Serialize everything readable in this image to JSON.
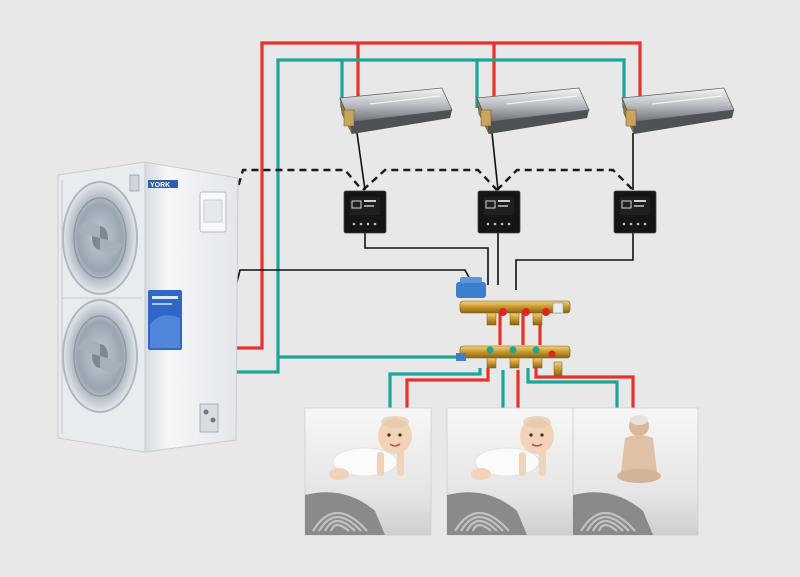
{
  "brand": {
    "logo_text": "YORK",
    "logo_mark": "≡"
  },
  "colors": {
    "background": "#e8e8e8",
    "supply_pipe": "#e8312a",
    "return_pipe": "#1aa69a",
    "control_wire": "#1a1a1a",
    "signal_wire": "#111111",
    "unit_body": "#f2f4f6",
    "thermostat": "#151515",
    "manifold": "#c9962b"
  },
  "diagram": {
    "outdoor_unit": {
      "label": "outdoor-heat-pump",
      "icon": "fan-icon"
    },
    "indoor_units": [
      {
        "id": "duct-unit-1"
      },
      {
        "id": "duct-unit-2"
      },
      {
        "id": "duct-unit-3"
      }
    ],
    "thermostats": [
      {
        "id": "thermostat-1"
      },
      {
        "id": "thermostat-2"
      },
      {
        "id": "thermostat-3"
      }
    ],
    "floor_zones": [
      {
        "id": "zone-1",
        "subject": "baby-crawling"
      },
      {
        "id": "zone-2",
        "subject": "baby-crawling"
      },
      {
        "id": "zone-3",
        "subject": "seated-person"
      }
    ]
  }
}
